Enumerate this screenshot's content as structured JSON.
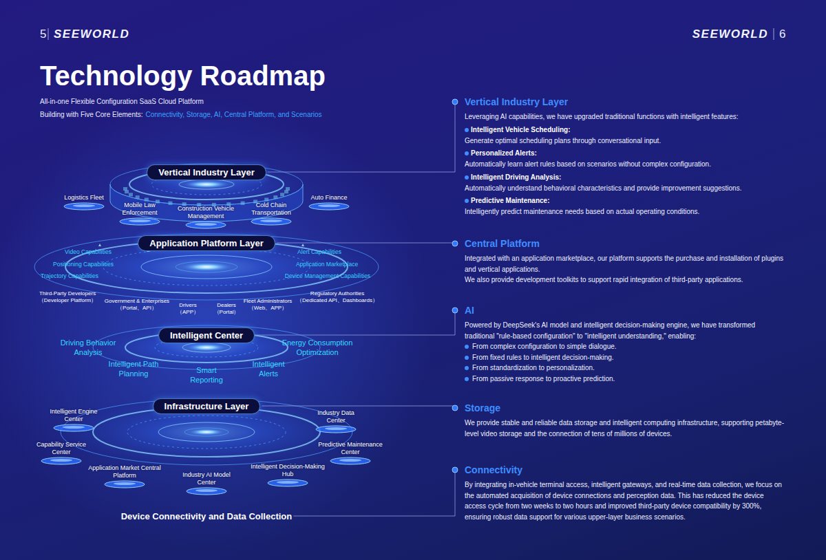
{
  "diagram": {
    "title": "Technology Roadmap",
    "nodes": [
      {
        "text": [
          "Vertical Industry Layer"
        ]
      },
      {
        "text": [
          "Logistics Fleet"
        ]
      },
      {
        "text": [
          "Mobile Law Enforcement"
        ]
      },
      {
        "text": [
          "Construction Vehicle Management"
        ]
      },
      {
        "text": [
          "Cold Chain Transportation"
        ]
      },
      {
        "text": [
          "Auto Finance"
        ]
      },
      {
        "text": [
          "Application Platform Layer"
        ]
      },
      {
        "text": [
          "Intelligent Center"
        ]
      },
      {
        "text": [
          "Infrastructure Layer"
        ]
      },
      {
        "text": [
          "Intelligent Engine Center"
        ]
      },
      {
        "text": [
          "Capability Service Center"
        ]
      },
      {
        "text": [
          "Application Market Central Platform"
        ]
      },
      {
        "text": [
          "Industry AI Model Center"
        ]
      },
      {
        "text": [
          "Intelligent Decision-Making Hub"
        ]
      },
      {
        "text": [
          "Predictive Maintenance Center"
        ]
      },
      {
        "text": [
          "Industry Data Center"
        ]
      },
      {
        "text": [
          "Device Connectivity and Data Collection"
        ]
      },
      {
        "text": [
          "Vertical Industry Layer",
          "Leveraging AI capabilities, we have upgraded traditional functions with intelligent features:",
          "Intelligent Vehicle Scheduling:",
          "Generate optimal scheduling plans through conversational input.",
          "Personalized Alerts:",
          "Automatically learn alert rules based on scenarios without complex configuration.",
          "Intelligent Driving Analysis:",
          "Automatically understand behavioral characteristics and provide improvement suggestions.",
          "Predictive Maintenance:",
          "Intelligently predict maintenance needs based on actual operating conditions."
        ]
      },
      {
        "text": [
          "Central Platform",
          "Integrated with an application marketplace, our platform supports the purchase and installation of plugins and vertical applications.",
          "We also provide development toolkits to support rapid integration of third-party applications."
        ]
      },
      {
        "text": [
          "AI",
          "Powered by DeepSeek's AI model and intelligent decision-making engine, we have transformed traditional \"rule-based configuration\" to \"intelligent understanding,\" enabling:",
          "From complex configuration to simple dialogue.",
          "From fixed rules to intelligent decision-making.",
          "From standardization to personalization.",
          "From passive response to proactive prediction."
        ]
      },
      {
        "text": [
          "Storage",
          "We provide stable and reliable data storage and intelligent computing infrastructure, supporting petabyte-level video storage and the connection of tens of millions of devices."
        ]
      },
      {
        "text": [
          "Connectivity",
          "By integrating in-vehicle terminal access, intelligent gateways, and real-time data collection, we focus on the automated acquisition of device connections and perception data. This has reduced the device access cycle from two weeks to two hours and improved third-party device compatibility by 300%, ensuring robust data support for various upper-layer business scenarios."
        ]
      }
    ],
    "edges": [
      {
        "from": 0,
        "to": 17,
        "arrow": "none"
      },
      {
        "from": 6,
        "to": 18,
        "arrow": "none"
      },
      {
        "from": 7,
        "to": 19,
        "arrow": "none"
      },
      {
        "from": 8,
        "to": 20,
        "arrow": "none"
      },
      {
        "from": 16,
        "to": 21,
        "arrow": "none"
      }
    ],
    "labels": [
      "5",
      "SEEWORLD",
      "SEEWORLD",
      "6",
      "All-in-one Flexible Configuration SaaS Cloud Platform",
      "Building with Five Core Elements:",
      "Connectivity, Storage, AI, Central Platform, and Scenarios",
      "Video Capabilities",
      "Positioning Capabilities",
      "Trajectory Capabilities",
      "Alert Capabilities",
      "Application Marketplace",
      "Device Management Capabilities",
      "Third-Party Developers （Developer Platform）",
      "Government & Enterprises （Portal、API）",
      "Drivers （APP）",
      "Dealers （Portal）",
      "Fleet Administrators （Web、APP）",
      "Regulatory Authorities （Dedicated API、Dashboards）",
      "Driving Behavior Analysis",
      "Intelligent Path Planning",
      "Smart Reporting",
      "Intelligent Alerts",
      "Energy Consumption Optimization"
    ]
  }
}
